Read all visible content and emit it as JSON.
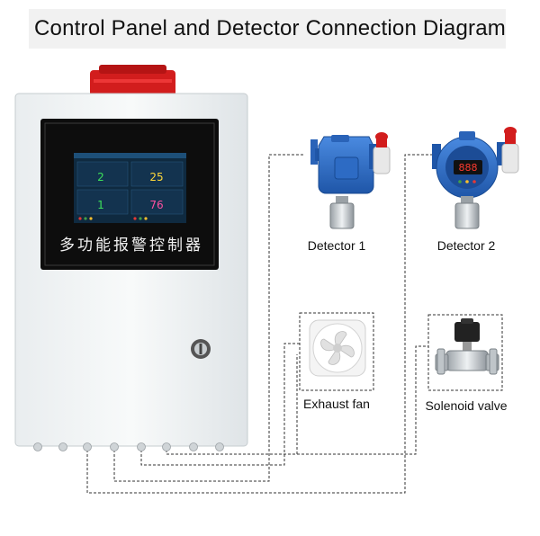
{
  "title": "Control Panel and Detector Connection Diagram",
  "controller": {
    "chinese_label": "多功能报警控制器",
    "screen_values": [
      "2",
      "25",
      "1",
      "76"
    ]
  },
  "devices": [
    {
      "label": "Detector 1"
    },
    {
      "label": "Detector 2"
    },
    {
      "label": "Exhaust fan"
    },
    {
      "label": "Solenoid valve"
    }
  ],
  "colors": {
    "detector_blue": "#2f6fc9",
    "alarm_red": "#d21d1d",
    "cabinet": "#f3f5f6",
    "screen_bg": "#0f2a40"
  }
}
